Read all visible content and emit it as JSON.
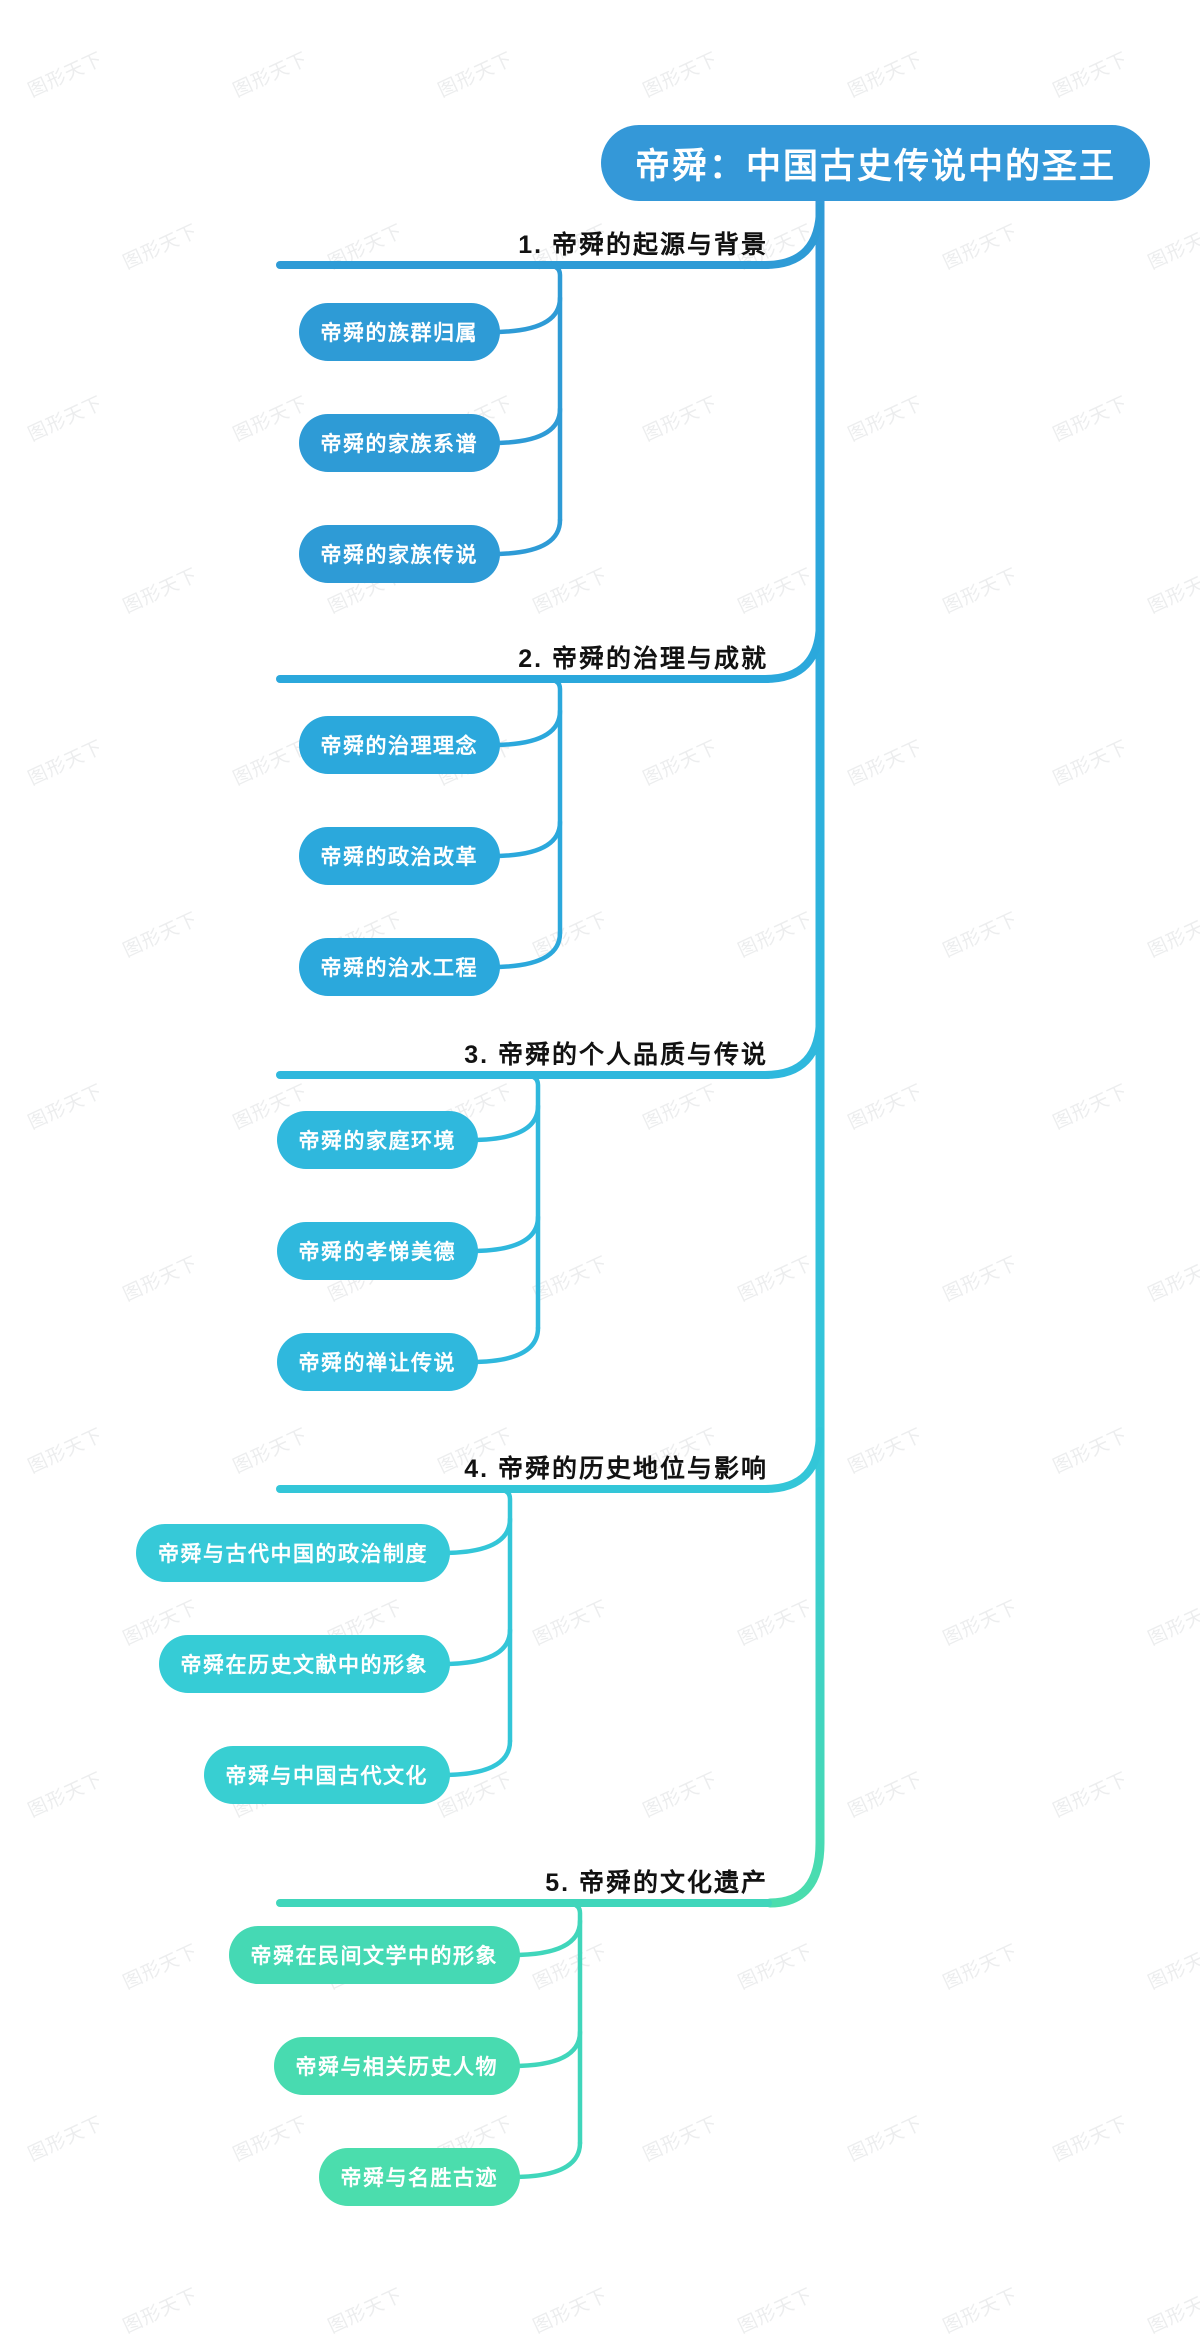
{
  "document": {
    "type": "mindmap",
    "title": "帝舜：中国古史传说中的圣王",
    "watermark_text": "图形天下",
    "background_color": "#ffffff"
  },
  "root": {
    "label": "帝舜：中国古史传说中的圣王",
    "color": "#3498d8",
    "text_color": "#ffffff"
  },
  "branches": [
    {
      "heading": "1. 帝舜的起源与背景",
      "color": "#2e9bd6",
      "heading_color": "#121212",
      "children": [
        {
          "label": "帝舜的族群归属",
          "color": "#2e9bd6"
        },
        {
          "label": "帝舜的家族系谱",
          "color": "#2e9bd6"
        },
        {
          "label": "帝舜的家族传说",
          "color": "#2e9bd6"
        }
      ]
    },
    {
      "heading": "2. 帝舜的治理与成就",
      "color": "#2ba8dc",
      "heading_color": "#121212",
      "children": [
        {
          "label": "帝舜的治理理念",
          "color": "#2ba8dc"
        },
        {
          "label": "帝舜的政治改革",
          "color": "#2ba8dc"
        },
        {
          "label": "帝舜的治水工程",
          "color": "#2ba8dc"
        }
      ]
    },
    {
      "heading": "3. 帝舜的个人品质与传说",
      "color": "#2fb8dd",
      "heading_color": "#121212",
      "children": [
        {
          "label": "帝舜的家庭环境",
          "color": "#2fb8dd"
        },
        {
          "label": "帝舜的孝悌美德",
          "color": "#2fb8dd"
        },
        {
          "label": "帝舜的禅让传说",
          "color": "#2fb8dd"
        }
      ]
    },
    {
      "heading": "4. 帝舜的历史地位与影响",
      "color": "#33c6d8",
      "heading_color": "#121212",
      "children": [
        {
          "label": "帝舜与古代中国的政治制度",
          "color": "#36c9d8"
        },
        {
          "label": "帝舜在历史文献中的形象",
          "color": "#36ccd6"
        },
        {
          "label": "帝舜与中国古代文化",
          "color": "#38cfd2"
        }
      ]
    },
    {
      "heading": "5. 帝舜的文化遗产",
      "color": "#40d6bb",
      "heading_color": "#121212",
      "children": [
        {
          "label": "帝舜在民间文学中的形象",
          "color": "#45d9b4"
        },
        {
          "label": "帝舜与相关历史人物",
          "color": "#48dbb0"
        },
        {
          "label": "帝舜与名胜古迹",
          "color": "#4bddad"
        }
      ]
    }
  ],
  "palette": {
    "spine_top": "#3498d8",
    "spine_bottom": "#4bddad",
    "watermark": "#7d8288"
  }
}
